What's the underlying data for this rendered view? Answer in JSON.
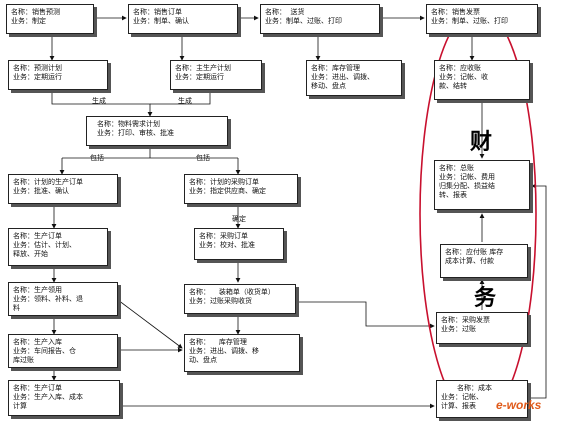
{
  "boxes": {
    "sales_forecast": [
      "名称：销售预测",
      "业务：制定"
    ],
    "sales_order": [
      "名称：销售订单",
      "业务：制单、确认"
    ],
    "delivery": [
      "名称：  送货",
      "业务：制单、过账、打印"
    ],
    "sales_invoice": [
      "名称：销售发票",
      "业务：制单、过账、打印"
    ],
    "forecast_plan": [
      "名称：预测计划",
      "业务：定期运行"
    ],
    "master_plan": [
      "名称：主生产计划",
      "业务：定期运行"
    ],
    "inventory_mgmt_top": [
      "名称：库存管理",
      "业务：进出、调拨、",
      "移动、盘点"
    ],
    "receivable": [
      "名称：应收账",
      "业务：记帐、收",
      "款、结转"
    ],
    "mrp": [
      "名称：物料需求计划",
      "业务：打印、审核、批准"
    ],
    "planned_prod_order": [
      "名称：计划的生产订单",
      "业务：批准、确认"
    ],
    "planned_purchase_order": [
      "名称：计划的采购订单",
      "业务：指定供应商、确定"
    ],
    "general_ledger": [
      "名称：总账",
      "业务：记帐、费用",
      "归集分配、损益结",
      "转、报表"
    ],
    "production_order": [
      "名称：生产订单",
      "业务：估计、计划、",
      "释放、开始"
    ],
    "purchase_order": [
      "名称：采购订单",
      "业务：校对、批准"
    ],
    "payable": [
      "名称：应付账 库存",
      "成本计算、付款"
    ],
    "material_issue": [
      "名称：生产领用",
      "业务：领料、补料、退",
      "料"
    ],
    "receipt": [
      "名称：    装箱单（收货单）",
      "业务：过账采购收货"
    ],
    "purchase_invoice": [
      "名称：采购发票",
      "业务：过账"
    ],
    "prod_warehouse": [
      "名称：生产入库",
      "业务：车间报告、仓",
      "库过账"
    ],
    "inventory_mgmt_mid": [
      "名称：    库存管理",
      "业务：进出、调拨、移",
      "动、盘点"
    ],
    "prod_order_final": [
      "名称：生产订单",
      "业务：生产入库、成本",
      "计算"
    ],
    "cost_accounting": [
      "名称：成本",
      "业务：记帐、",
      "计算、报表"
    ]
  },
  "notes": {
    "generate_1": "生成",
    "generate_2": "生成",
    "include_1": "包括",
    "include_2": "包括",
    "confirm": "确定"
  },
  "labels": {
    "cai": "财",
    "wu": "务"
  },
  "watermark": "e-works",
  "colors": {
    "line": "#111111",
    "ellipse": "#c8102e",
    "watermark": "#e05a1a"
  }
}
